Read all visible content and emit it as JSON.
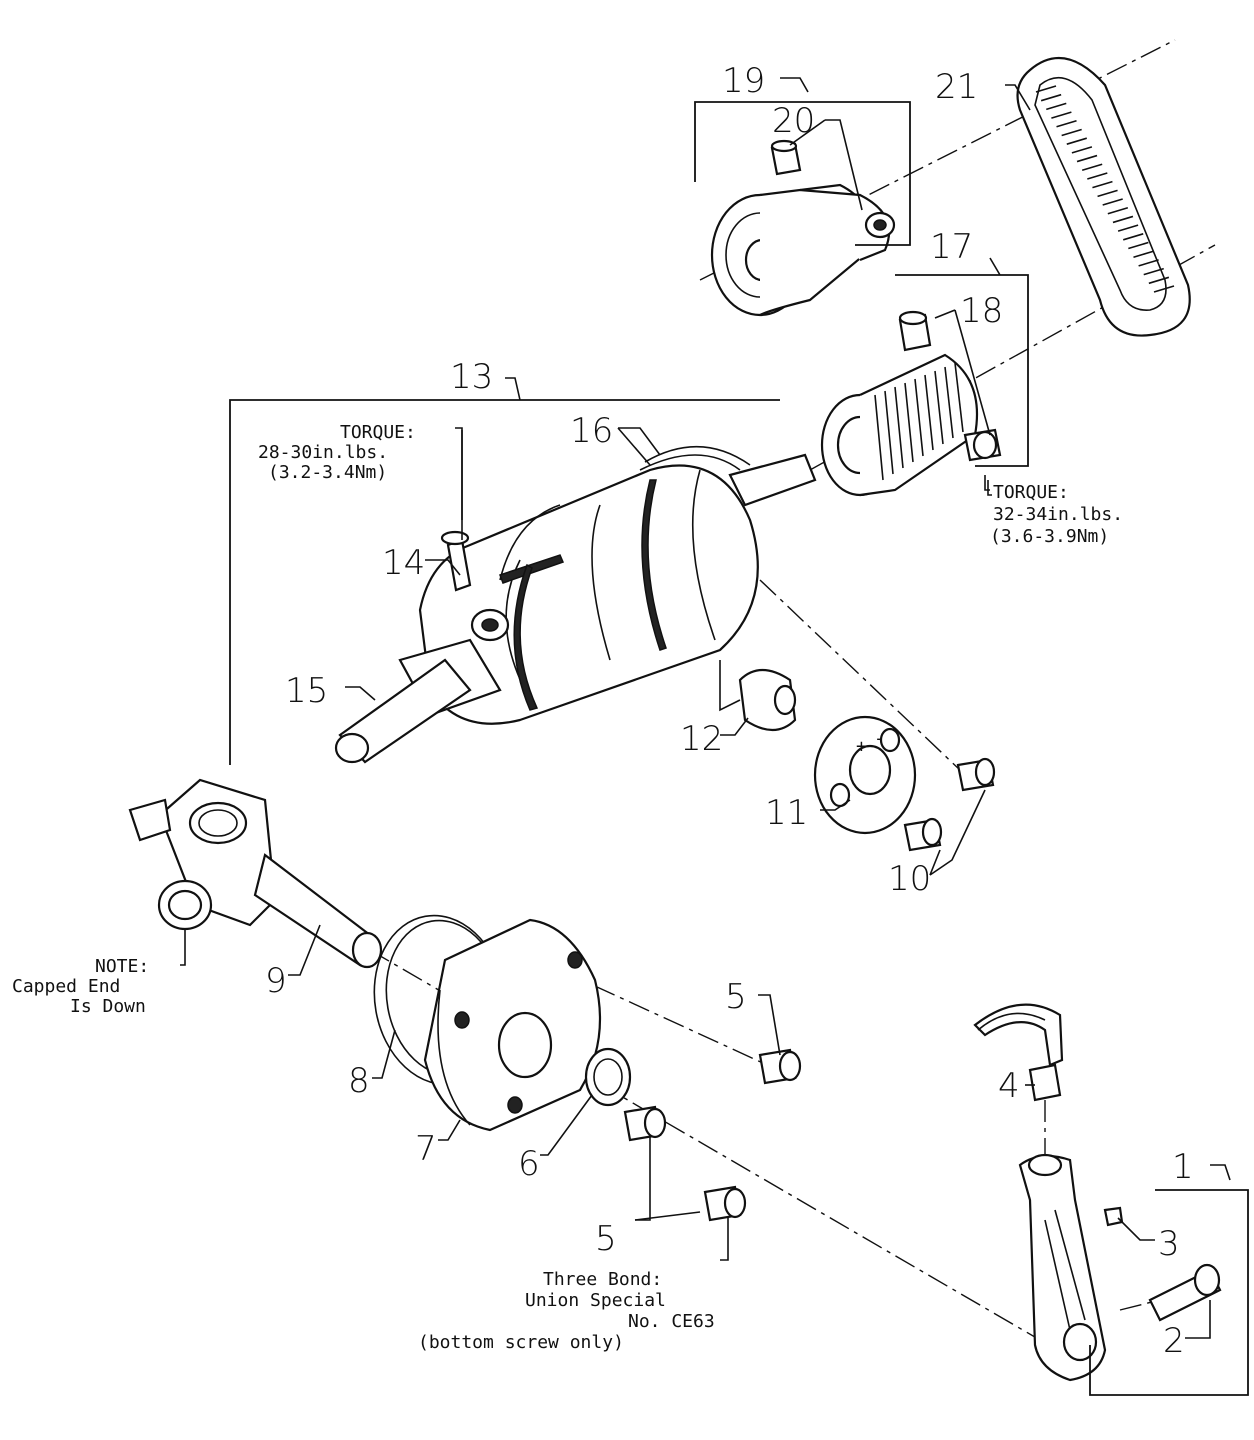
{
  "callouts": {
    "c1": "1",
    "c2": "2",
    "c3": "3",
    "c4": "4",
    "c5a": "5",
    "c5b": "5",
    "c6": "6",
    "c7": "7",
    "c8": "8",
    "c9": "9",
    "c10": "10",
    "c11": "11",
    "c12": "12",
    "c13": "13",
    "c14": "14",
    "c15": "15",
    "c16": "16",
    "c17": "17",
    "c18": "18",
    "c19": "19",
    "c20": "20",
    "c21": "21"
  },
  "notes": {
    "torque_14": [
      "TORQUE:",
      "28-30in.lbs.",
      "(3.2-3.4Nm)"
    ],
    "torque_18": [
      "TORQUE:",
      "32-34in.lbs.",
      "(3.6-3.9Nm)"
    ],
    "capped_end": [
      "NOTE:",
      "Capped End",
      "Is Down"
    ],
    "three_bond": [
      "Three Bond:",
      "Union Special",
      "No. CE63",
      "(bottom screw only)"
    ],
    "plate_marks": [
      "+",
      "-"
    ]
  }
}
